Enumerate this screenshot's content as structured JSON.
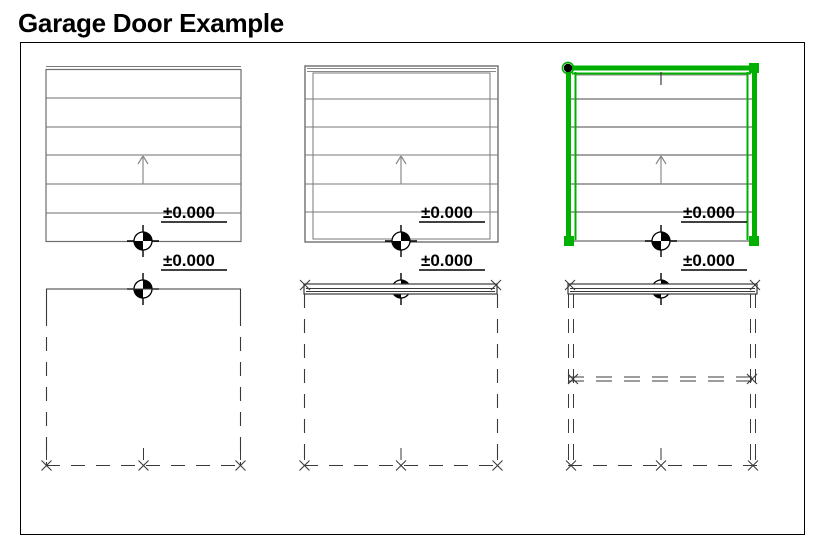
{
  "page": {
    "title": "Garage Door Example",
    "background_color": "#ffffff"
  },
  "drawing": {
    "frame_border_color": "#000000",
    "line_color": "#595959",
    "thin_line_color": "#808080",
    "dashed_line_color": "#595959",
    "selection_color": "#00b000",
    "marker_color": "#000000"
  },
  "views": [
    {
      "id": "view-1",
      "name": "garage-door-elevation-plain",
      "selected": false,
      "panel_rows": 6,
      "has_outer_frame": false,
      "has_lintel_beam": false,
      "has_mid_dashed_rail": false,
      "double_dashed_jambs": false,
      "direction_arrow": "up-arrow",
      "labels": {
        "upper_elevation": "±0.000",
        "lower_elevation": "±0.000"
      }
    },
    {
      "id": "view-2",
      "name": "garage-door-elevation-framed",
      "selected": false,
      "panel_rows": 6,
      "has_outer_frame": true,
      "has_lintel_beam": true,
      "has_mid_dashed_rail": false,
      "double_dashed_jambs": false,
      "direction_arrow": "up-arrow",
      "labels": {
        "upper_elevation": "±0.000",
        "lower_elevation": "±0.000"
      }
    },
    {
      "id": "view-3",
      "name": "garage-door-elevation-selected",
      "selected": true,
      "panel_rows": 6,
      "has_outer_frame": true,
      "has_lintel_beam": true,
      "has_mid_dashed_rail": true,
      "double_dashed_jambs": true,
      "direction_arrow": "up-arrow",
      "labels": {
        "upper_elevation": "±0.000",
        "lower_elevation": "±0.000"
      }
    }
  ],
  "markers": {
    "level_symbol": "level-marker-icon",
    "node_symbol": "x-node-icon",
    "arrow_symbol": "up-arrow-icon",
    "grip_square": "selection-grip-icon",
    "grip_dot": "selection-origin-dot-icon"
  }
}
